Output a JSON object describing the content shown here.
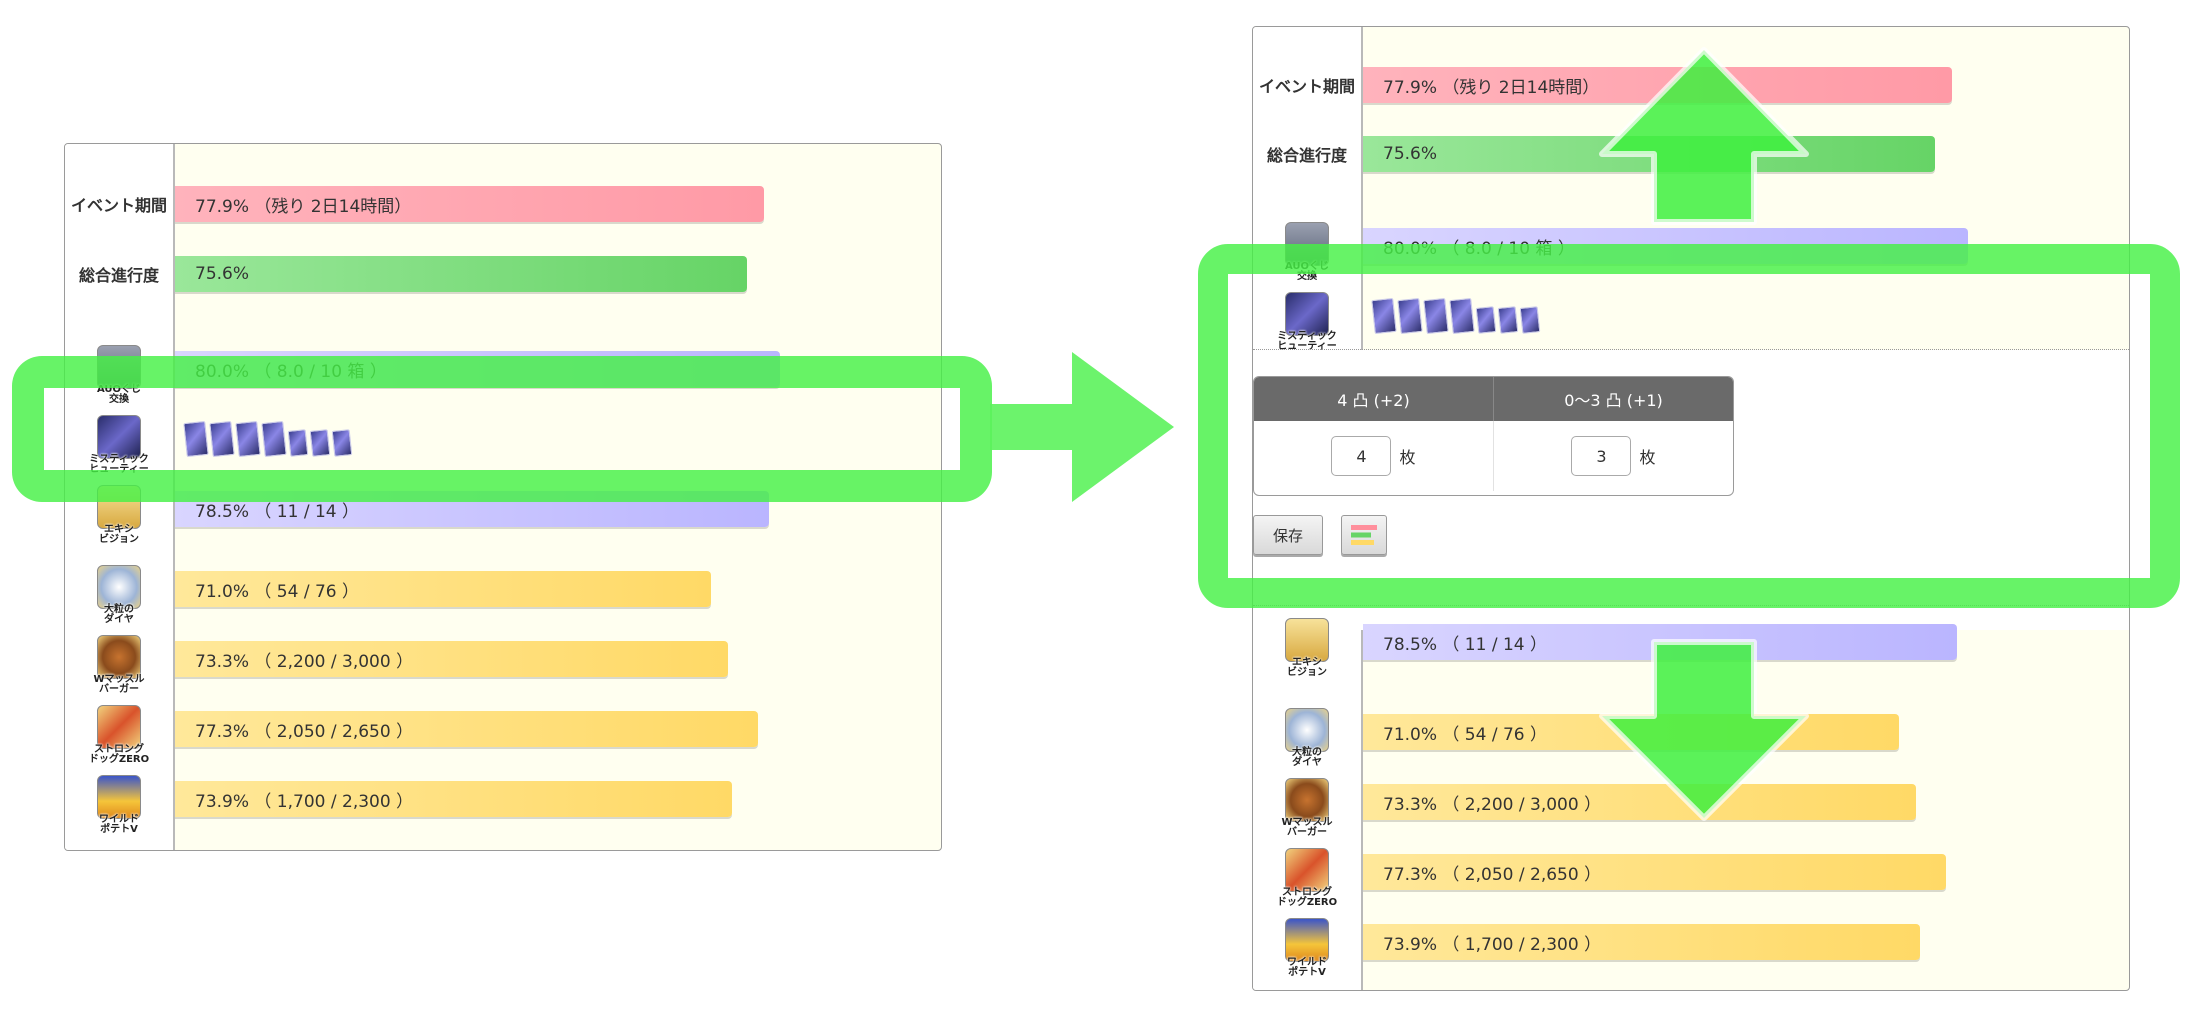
{
  "rows": {
    "event": {
      "label": "イベント期間",
      "text": "77.9% （残り 2日14時間）"
    },
    "total": {
      "label": "総合進行度",
      "text": "75.6%"
    },
    "lottery": {
      "icon_text": "AUOくじ\n交換",
      "text": "80.0% （ 8.0 / 10 箱 ）"
    },
    "mystic": {
      "icon_text": "ミスティック\nヒューティー"
    },
    "exhibition": {
      "icon_text": "エキシ\nビジョン",
      "text": "78.5% （ 11 / 14 ）"
    },
    "diamond": {
      "icon_text": "大粒の\nダイヤ",
      "text": "71.0% （ 54 / 76 ）"
    },
    "burger": {
      "icon_text": "Wマッスル\nバーガー",
      "text": "73.3% （ 2,200 / 3,000 ）"
    },
    "hotdog": {
      "icon_text": "ストロング\nドッグZERO",
      "text": "77.3% （ 2,050 / 2,650 ）"
    },
    "potato": {
      "icon_text": "ワイルド\nポテトV",
      "text": "73.9% （ 1,700 / 2,300 ）"
    }
  },
  "progress": {
    "event": 0.779,
    "total": 0.756,
    "lottery": 0.8,
    "exhibition": 0.785,
    "diamond": 0.71,
    "burger": 0.733,
    "hotdog": 0.773,
    "potato": 0.739
  },
  "editor": {
    "col1_header": "4 凸 (+2)",
    "col2_header": "0～3 凸 (+1)",
    "col1_value": "4",
    "col2_value": "3",
    "unit": "枚",
    "save_label": "保存"
  },
  "icons": {
    "arrow_right": "arrow-right-icon",
    "arrow_up": "arrow-up-icon",
    "arrow_down": "arrow-down-icon",
    "chart": "bar-chart-icon"
  },
  "colors": {
    "highlight": "#5cf25c",
    "event_bar": "#ff9aa6",
    "total_bar": "#66d466",
    "purple_bar": "#bab5ff",
    "yellow_bar": "#ffd966",
    "header": "#6a6a6a"
  }
}
